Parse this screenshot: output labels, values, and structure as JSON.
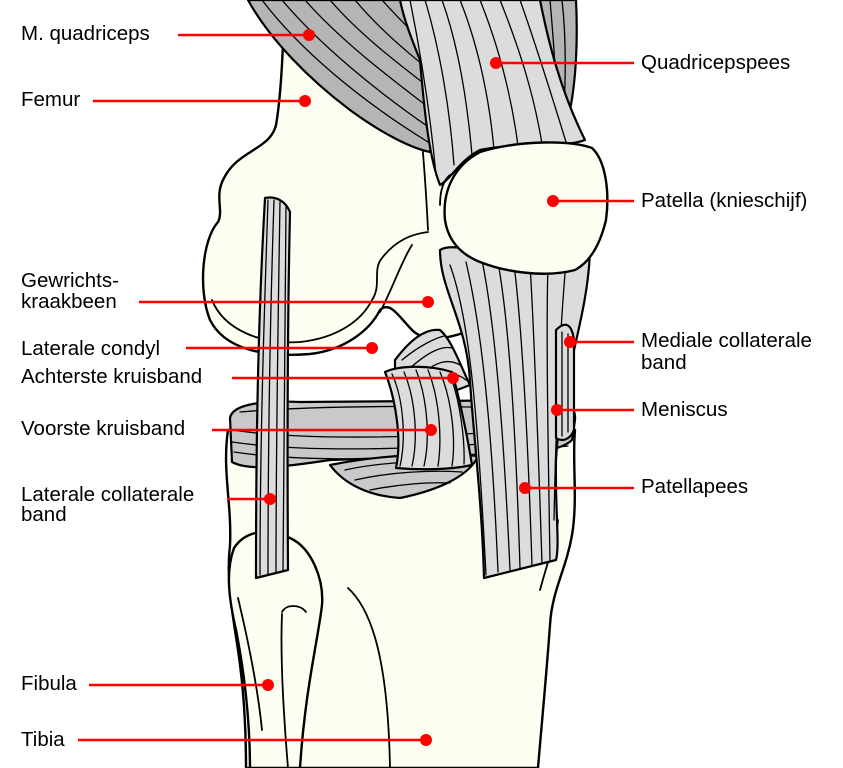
{
  "labels": {
    "quadriceps_muscle": "M. quadriceps",
    "femur": "Femur",
    "articular_cartilage_line1": "Gewrichts-",
    "articular_cartilage_line2": "kraakbeen",
    "lateral_condyle": "Laterale condyl",
    "posterior_cruciate": "Achterste kruisband",
    "anterior_cruciate": "Voorste kruisband",
    "lateral_collateral_line1": "Laterale collaterale",
    "lateral_collateral_line2": "band",
    "fibula": "Fibula",
    "tibia": "Tibia",
    "quadriceps_tendon": "Quadricepspees",
    "patella": "Patella (knieschijf)",
    "medial_collateral_line1": "Mediale collaterale",
    "medial_collateral_line2": "band",
    "meniscus": "Meniscus",
    "patellar_tendon": "Patellapees"
  },
  "colors": {
    "leader": "#ff0000",
    "bone": "#fdfdf1",
    "tissue": "#c9c9c9",
    "outline": "#000000"
  }
}
